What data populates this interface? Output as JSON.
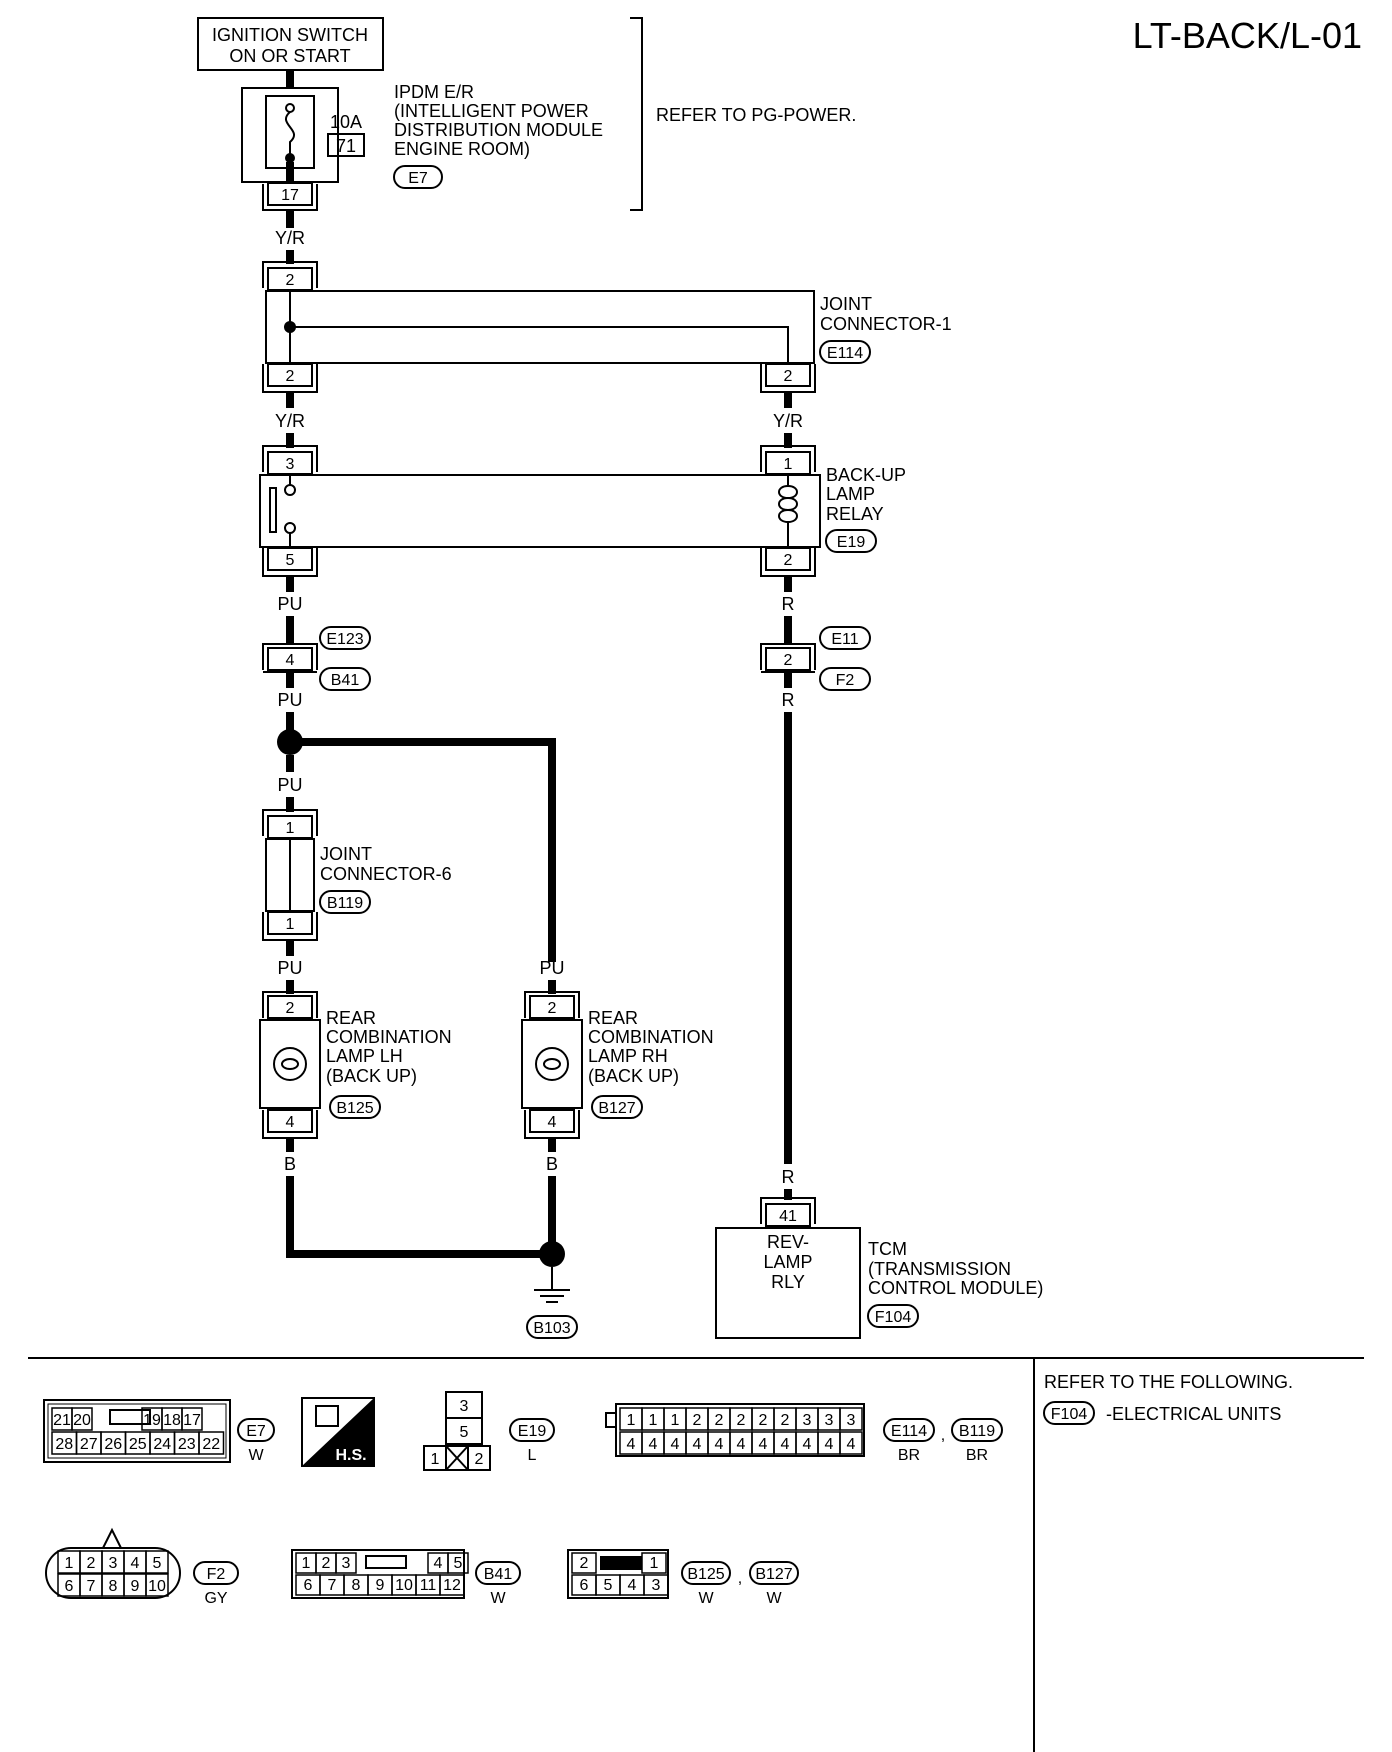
{
  "title": "LT-BACK/L-01",
  "ignition": {
    "line1": "IGNITION SWITCH",
    "line2": "ON OR START"
  },
  "ipdm": {
    "line1": "IPDM E/R",
    "line2": "(INTELLIGENT POWER",
    "line3": " DISTRIBUTION MODULE",
    "line4": " ENGINE ROOM)",
    "connector": "E7",
    "fuse_rating": "10A",
    "fuse_no": "71",
    "pin": "17"
  },
  "refer_pg": "REFER TO PG-POWER.",
  "wire_colors": {
    "yr": "Y/R",
    "pu": "PU",
    "r": "R",
    "b": "B"
  },
  "joint1": {
    "line1": "JOINT",
    "line2": "CONNECTOR-1",
    "connector": "E114",
    "pin": "2"
  },
  "relay": {
    "line1": "BACK-UP",
    "line2": "LAMP",
    "line3": "RELAY",
    "connector": "E19",
    "pin_in": "3",
    "pin_out": "5",
    "pin_coil_in": "1",
    "pin_coil_out": "2"
  },
  "inline": {
    "left_top": "E123",
    "left_bottom": "B41",
    "left_pin": "4",
    "right_top": "E11",
    "right_bottom": "F2",
    "right_pin": "2"
  },
  "joint6": {
    "line1": "JOINT",
    "line2": "CONNECTOR-6",
    "connector": "B119",
    "pin": "1"
  },
  "lamp_lh": {
    "line1": "REAR",
    "line2": "COMBINATION",
    "line3": "LAMP LH",
    "line4": "(BACK UP)",
    "connector": "B125",
    "pin_top": "2",
    "pin_bottom": "4"
  },
  "lamp_rh": {
    "line1": "REAR",
    "line2": "COMBINATION",
    "line3": "LAMP RH",
    "line4": "(BACK UP)",
    "connector": "B127",
    "pin_top": "2",
    "pin_bottom": "4"
  },
  "ground": {
    "connector": "B103"
  },
  "tcm": {
    "pin": "41",
    "inner1": "REV-",
    "inner2": "LAMP",
    "inner3": "RLY",
    "line1": "TCM",
    "line2": "(TRANSMISSION",
    "line3": " CONTROL MODULE)",
    "connector": "F104"
  },
  "legend": {
    "refer_following": "REFER TO THE FOLLOWING.",
    "f104_ref": "F104",
    "f104_text": "-ELECTRICAL UNITS",
    "hs_label": "H.S.",
    "e7": {
      "id": "E7",
      "color": "W",
      "top": [
        "21",
        "20",
        "",
        "19",
        "18",
        "17"
      ],
      "bottom": [
        "28",
        "27",
        "26",
        "25",
        "24",
        "23",
        "22"
      ]
    },
    "e19": {
      "id": "E19",
      "color": "L",
      "cells": [
        "3",
        "5",
        "1",
        "2"
      ]
    },
    "e114": {
      "id": "E114",
      "color": "BR",
      "top": [
        "1",
        "1",
        "1",
        "2",
        "2",
        "2",
        "2",
        "2",
        "3",
        "3",
        "3"
      ],
      "bottom": [
        "4",
        "4",
        "4",
        "4",
        "4",
        "4",
        "4",
        "4",
        "4",
        "4",
        "4"
      ]
    },
    "b119": {
      "id": "B119",
      "color": "BR"
    },
    "f2": {
      "id": "F2",
      "color": "GY",
      "top": [
        "1",
        "2",
        "3",
        "4",
        "5"
      ],
      "bottom": [
        "6",
        "7",
        "8",
        "9",
        "10"
      ]
    },
    "b41": {
      "id": "B41",
      "color": "W",
      "top": [
        "1",
        "2",
        "3",
        "",
        "4",
        "5"
      ],
      "bottom": [
        "6",
        "7",
        "8",
        "9",
        "10",
        "11",
        "12"
      ]
    },
    "b125": {
      "id": "B125",
      "color": "W",
      "top": [
        "2",
        "",
        "1"
      ],
      "bottom": [
        "6",
        "5",
        "4",
        "3"
      ]
    },
    "b127": {
      "id": "B127",
      "color": "W"
    },
    "comma": ","
  }
}
